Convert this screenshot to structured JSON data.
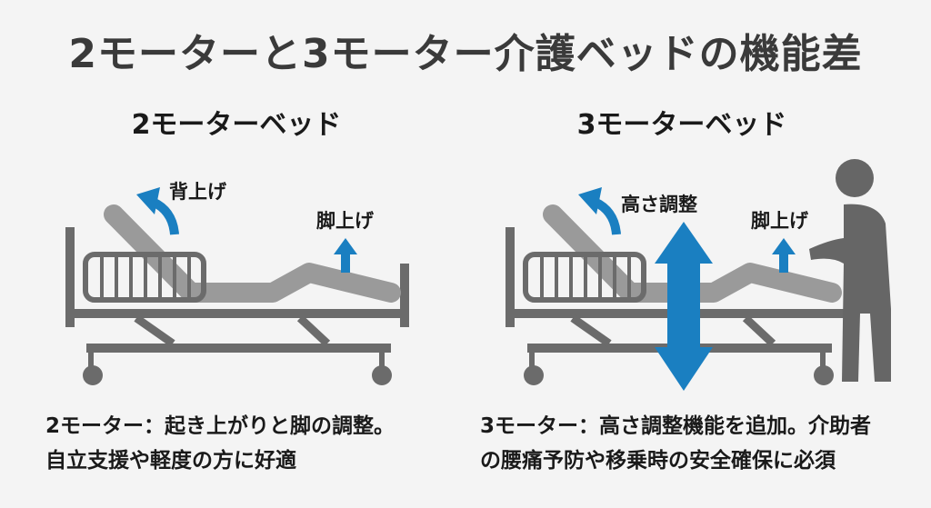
{
  "title": "2モーターと3モーター介護ベッドの機能差",
  "left": {
    "heading": "2モーターベッド",
    "back_label": "背上げ",
    "leg_label": "脚上げ",
    "desc_line1": "2モーター：起き上がりと脚の調整。",
    "desc_line2": "自立支援や軽度の方に好適"
  },
  "right": {
    "heading": "3モーターベッド",
    "height_label": "高さ調整",
    "leg_label": "脚上げ",
    "desc_line1": "3モーター：高さ調整機能を追加。介助者",
    "desc_line2": "の腰痛予防や移乗時の安全確保に必須"
  },
  "colors": {
    "frame": "#6b6b6b",
    "mattress": "#9a9a9a",
    "arrow": "#1a7fc1",
    "person": "#666666"
  }
}
